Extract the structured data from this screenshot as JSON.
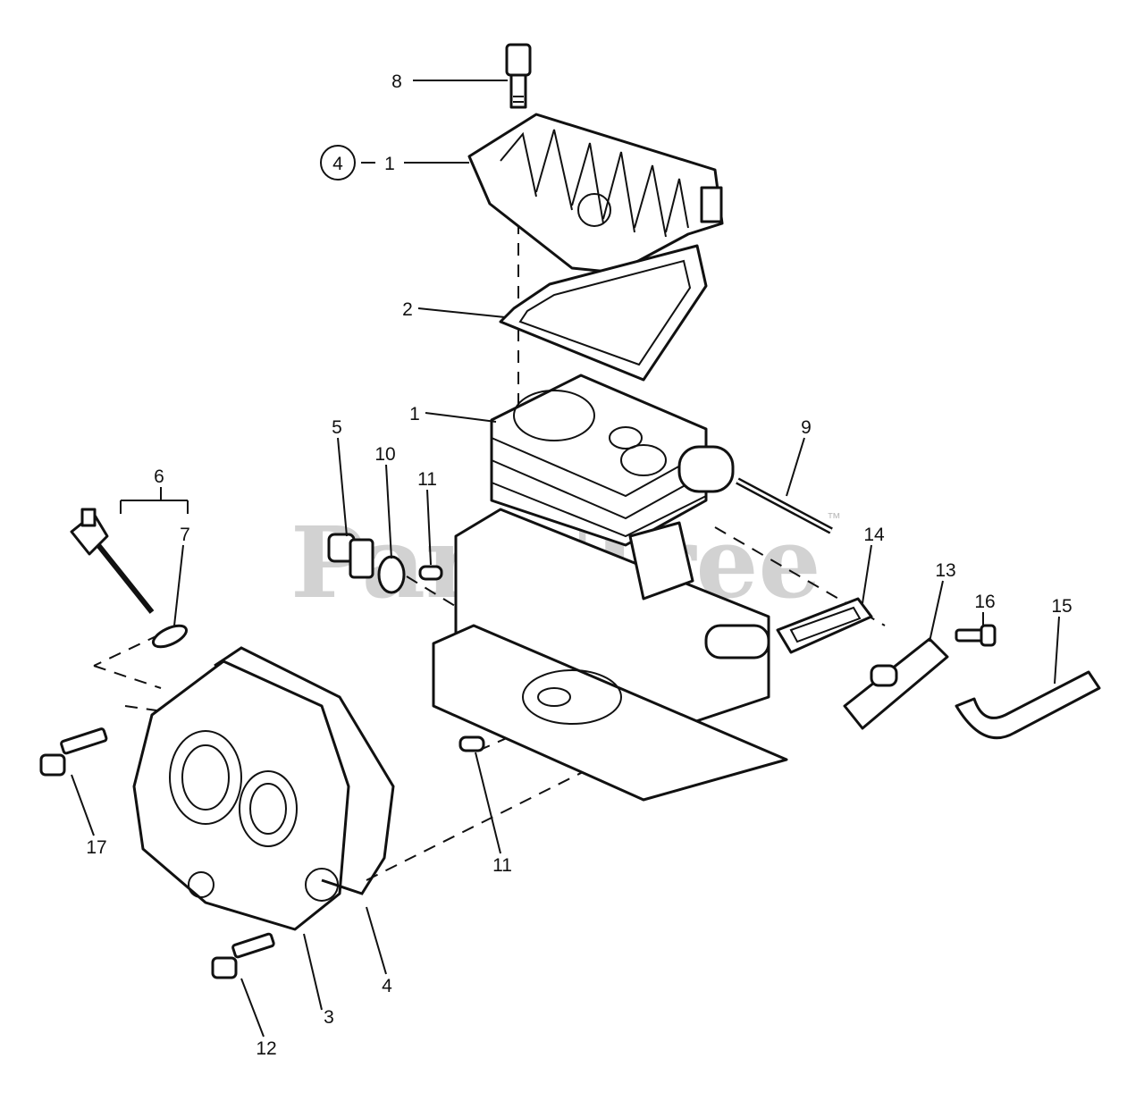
{
  "watermark": {
    "text": "PartsTree",
    "trademark": "™"
  },
  "callouts": {
    "c1_top": "1",
    "c1_block": "1",
    "c2": "2",
    "c3": "3",
    "c4_circle": "4",
    "c4_bottom": "4",
    "c5": "5",
    "c6": "6",
    "c7": "7",
    "c8": "8",
    "c9": "9",
    "c10": "10",
    "c11_upper": "11",
    "c11_lower": "11",
    "c12": "12",
    "c13": "13",
    "c14": "14",
    "c15": "15",
    "c16": "16",
    "c17": "17"
  }
}
